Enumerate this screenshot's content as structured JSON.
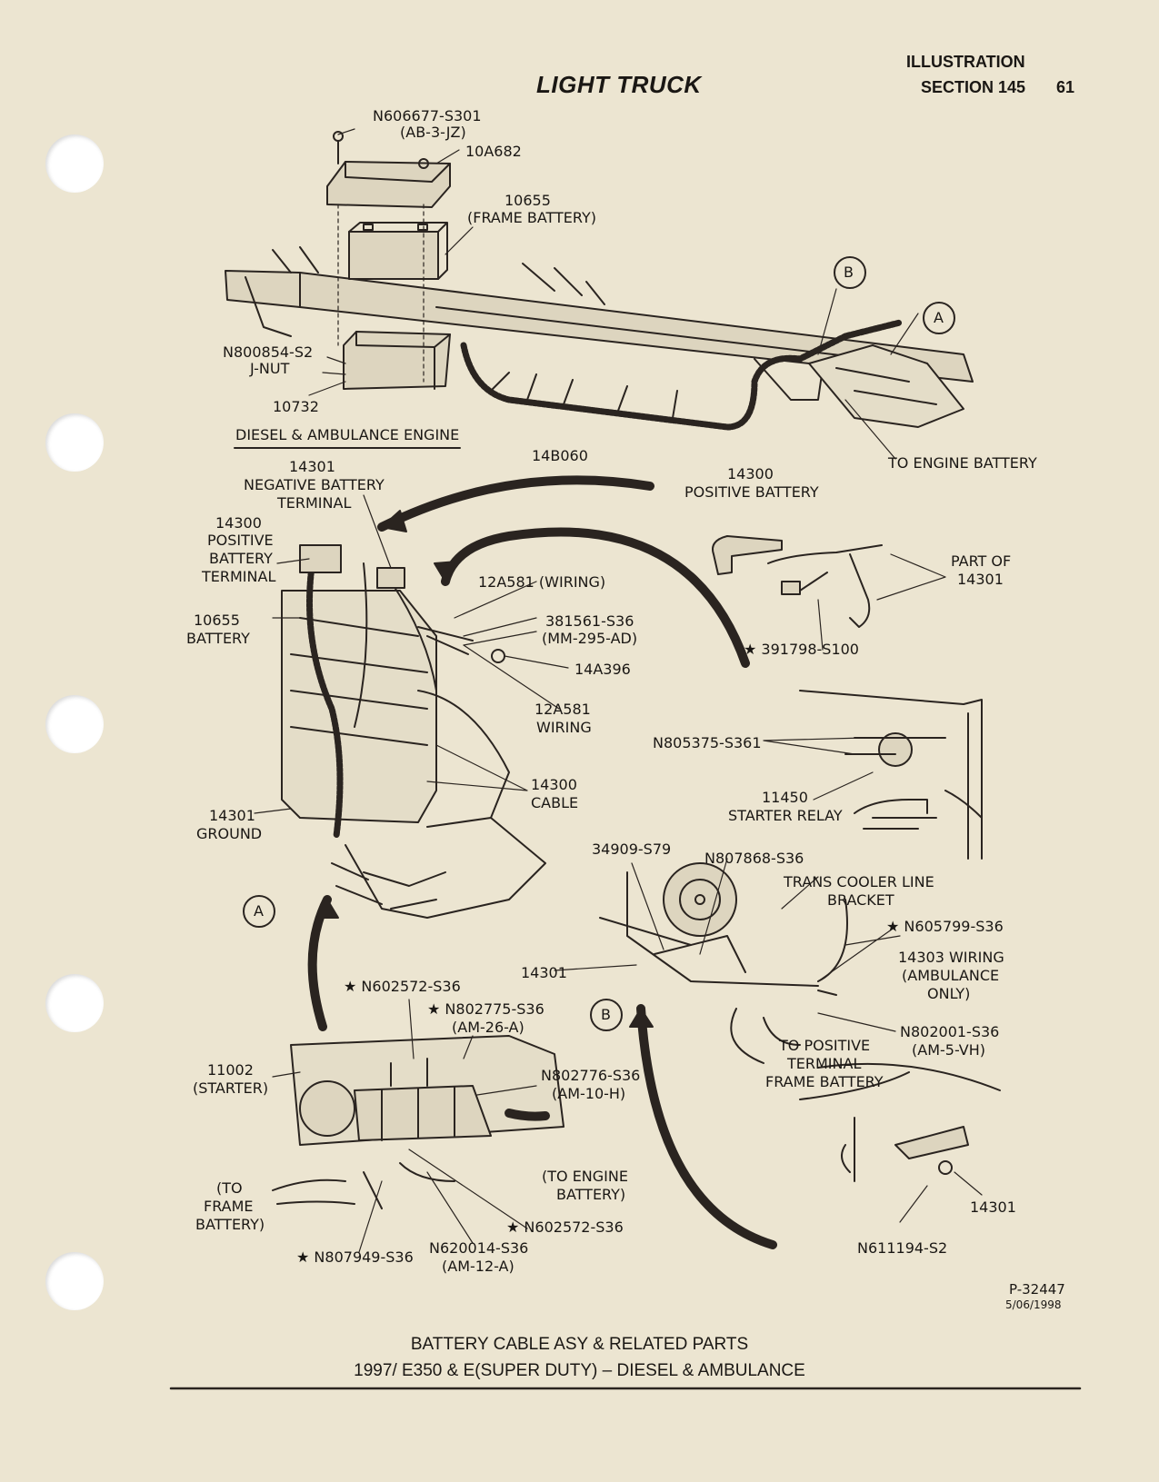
{
  "header": {
    "title": "LIGHT TRUCK",
    "illustration": "ILLUSTRATION",
    "section": "SECTION 145",
    "page": "61"
  },
  "top_view": {
    "caption": "DIESEL & AMBULANCE ENGINE",
    "labels": {
      "bolt": "N606677-S301",
      "bolt_code": "(AB-3-JZ)",
      "cover": "10A682",
      "battery": "10655",
      "battery_name": "(FRAME BATTERY)",
      "nut": "N800854-S2",
      "jnut": "J-NUT",
      "tray": "10732",
      "harness": "14B060",
      "callout_b": "B",
      "callout_a": "A",
      "engine_battery": "TO ENGINE BATTERY"
    }
  },
  "mid_left": {
    "labels": {
      "neg_term_num": "14301",
      "neg_term_l1": "NEGATIVE BATTERY",
      "neg_term_l2": "TERMINAL",
      "pos_term_num": "14300",
      "pos_term_l1": "POSITIVE",
      "pos_term_l2": "BATTERY",
      "pos_term_l3": "TERMINAL",
      "battery_num": "10655",
      "battery_name": "BATTERY",
      "wiring1": "12A581 (WIRING)",
      "screw": "381561-S36",
      "screw_code": "(MM-295-AD)",
      "clip": "14A396",
      "wiring2_num": "12A581",
      "wiring2_name": "WIRING",
      "cable_num": "14300",
      "cable_name": "CABLE",
      "ground_num": "14301",
      "ground_name": "GROUND",
      "callout_a": "A"
    }
  },
  "mid_right": {
    "labels": {
      "pos_batt_num": "14300",
      "pos_batt_name": "POSITIVE BATTERY",
      "part_of": "PART OF",
      "part_of_num": "14301",
      "nut": "★ 391798-S100",
      "relay_nut": "N805375-S361",
      "relay_num": "11450",
      "relay_name": "STARTER RELAY"
    }
  },
  "lower_right": {
    "labels": {
      "bolt1": "34909-S79",
      "bolt2": "N807868-S36",
      "bracket_l1": "TRANS COOLER LINE",
      "bracket_l2": "BRACKET",
      "nut1": "★ N605799-S36",
      "wiring_num": "14303 WIRING",
      "wiring_l2": "(AMBULANCE",
      "wiring_l3": "ONLY)",
      "cable": "14301",
      "callout_b": "B",
      "to_pos_l1": "TO POSITIVE",
      "to_pos_l2": "TERMINAL",
      "to_pos_l3": "FRAME BATTERY",
      "nut2": "N802001-S36",
      "nut2_code": "(AM-5-VH)",
      "ground_cable": "14301",
      "ground_bolt": "N611194-S2"
    }
  },
  "lower_left": {
    "labels": {
      "bolt1": "★ N602572-S36",
      "bolt2": "★ N802775-S36",
      "bolt2_code": "(AM-26-A)",
      "starter_num": "11002",
      "starter_name": "(STARTER)",
      "nut3": "N802776-S36",
      "nut3_code": "(AM-10-H)",
      "to_engine_l1": "(TO ENGINE",
      "to_engine_l2": "BATTERY)",
      "to_frame_l1": "(TO",
      "to_frame_l2": "FRAME",
      "to_frame_l3": "BATTERY)",
      "bolt4": "★ N602572-S36",
      "nut5": "N620014-S36",
      "nut5_code": "(AM-12-A)",
      "nut6": "★ N807949-S36"
    }
  },
  "footer": {
    "ref": "P-32447",
    "date": "5/06/1998",
    "line1": "BATTERY CABLE ASY & RELATED PARTS",
    "line2": "1997/ E350 & E(SUPER DUTY) – DIESEL & AMBULANCE"
  }
}
